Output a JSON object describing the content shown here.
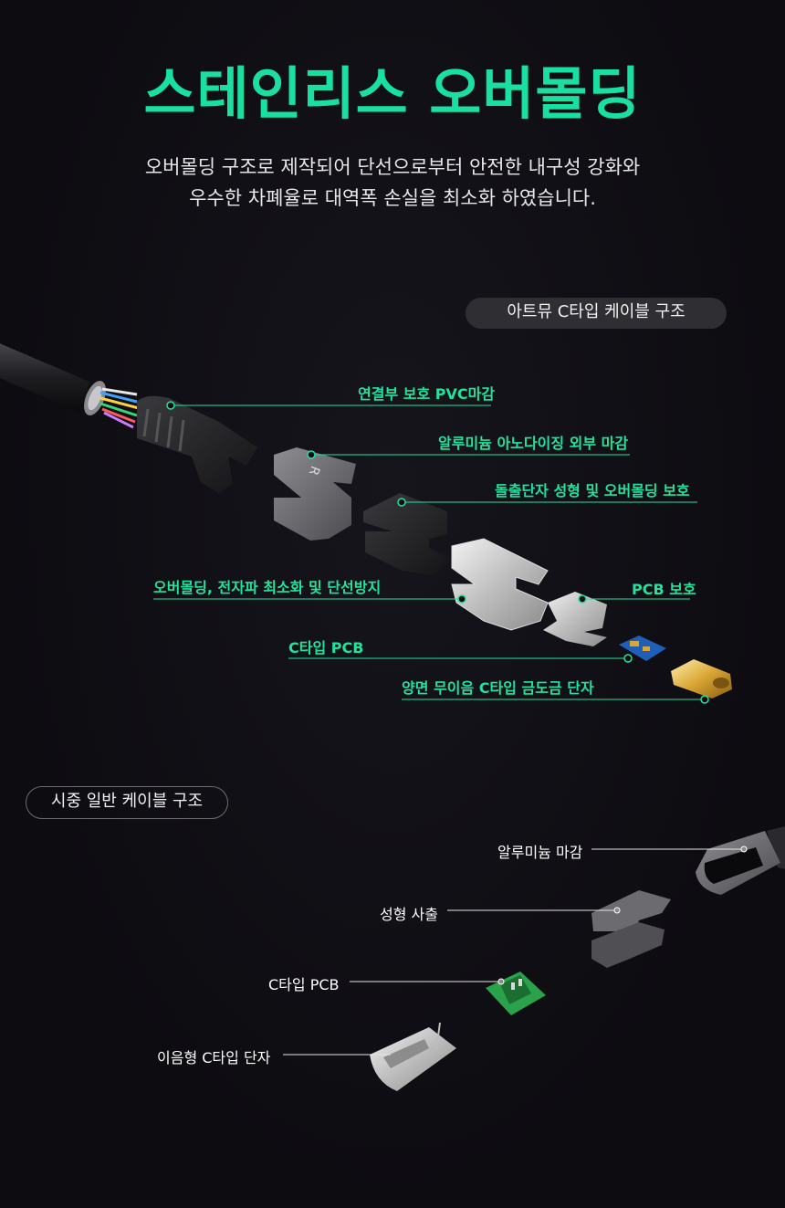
{
  "header": {
    "title": "스테인리스 오버몰딩",
    "subtitle_line1": "오버몰딩 구조로 제작되어 단선으로부터 안전한 내구성 강화와",
    "subtitle_line2": "우수한 차폐율로 대역폭 손실을 최소화 하였습니다."
  },
  "artu_section": {
    "badge": "아트뮤 C타입 케이블 구조",
    "labels": {
      "pvc": "연결부 보호 PVC마감",
      "aluminum": "알루미늄 아노다이징 외부 마감",
      "terminal": "돌출단자 성형 및 오버몰딩 보호",
      "overmold": "오버몰딩, 전자파 최소화 및 단선방지",
      "pcb_protect": "PCB 보호",
      "pcb": "C타입 PCB",
      "gold": "양면 무이음 C타입 금도금 단자"
    }
  },
  "normal_section": {
    "badge": "시중 일반 케이블 구조",
    "labels": {
      "aluminum": "알루미늄 마감",
      "injection": "성형 사출",
      "pcb": "C타입 PCB",
      "terminal": "이음형 C타입 단자"
    }
  },
  "colors": {
    "accent": "#19e0a0",
    "label_green": "#22e29d",
    "background": "#0d0c11"
  }
}
